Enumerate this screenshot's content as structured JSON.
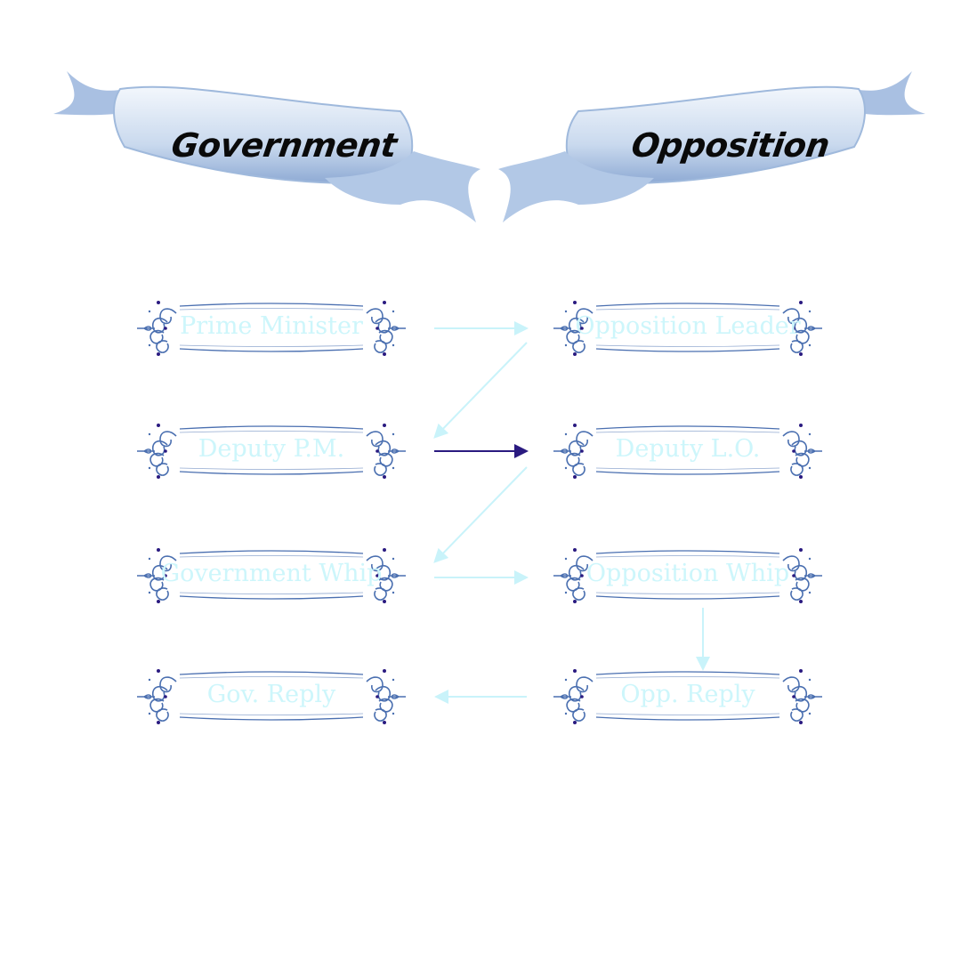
{
  "banners": {
    "left_title": "Government",
    "right_title": "Opposition"
  },
  "speakers": {
    "government": [
      "Prime Minister",
      "Deputy P.M.",
      "Government Whip",
      "Gov. Reply"
    ],
    "opposition": [
      "Opposition Leader",
      "Deputy L.O.",
      "Opposition Whip",
      "Opp. Reply"
    ]
  },
  "colors": {
    "faded_label": "#cdf6fb",
    "faded_arrow": "#c9f3fa",
    "active_arrow": "#2a1a80",
    "ribbon": "#9fb9dc",
    "ornament": "#4a6fb0"
  }
}
